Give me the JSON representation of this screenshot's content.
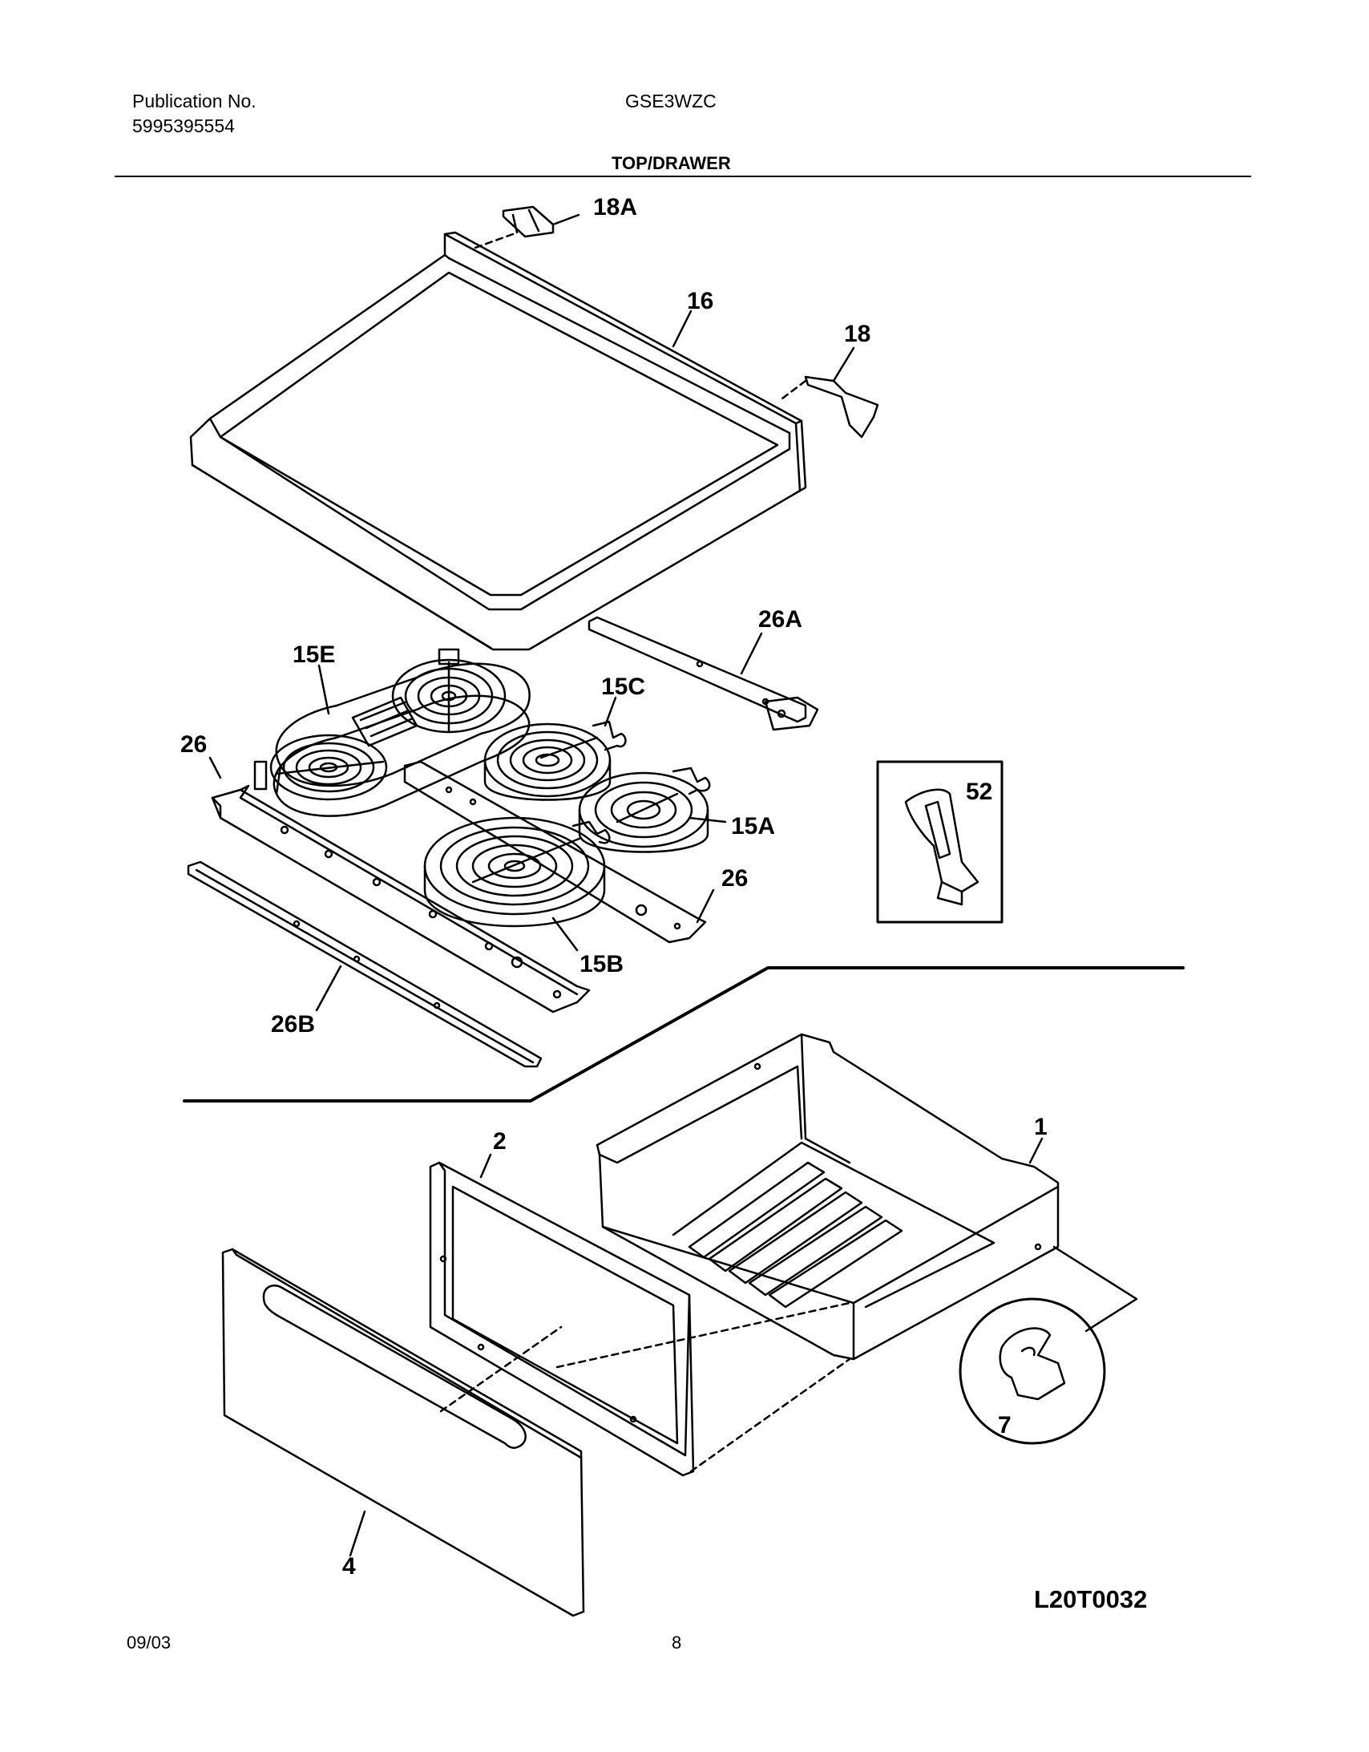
{
  "header": {
    "publication_label": "Publication No.",
    "publication_number": "5995395554",
    "model": "GSE3WZC",
    "section_title": "TOP/DRAWER"
  },
  "callouts": {
    "p18A": "18A",
    "p16": "16",
    "p18": "18",
    "p26A": "26A",
    "p15E": "15E",
    "p15C": "15C",
    "p26_left": "26",
    "p52": "52",
    "p15A": "15A",
    "p26_right": "26",
    "p15B": "15B",
    "p26B": "26B",
    "p2": "2",
    "p1": "1",
    "p7": "7",
    "p4": "4"
  },
  "diagram_code": "L20T0032",
  "footer": {
    "date": "09/03",
    "page": "8"
  }
}
